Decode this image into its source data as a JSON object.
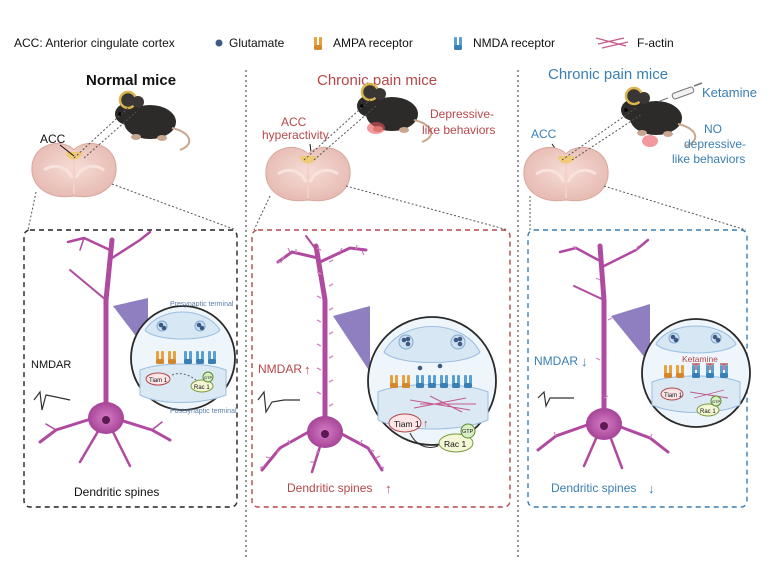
{
  "legend": {
    "acc": "ACC: Anterior cingulate cortex",
    "glutamate": "Glutamate",
    "ampa": "AMPA receptor",
    "nmda": "NMDA receptor",
    "factin": "F-actin"
  },
  "panels": [
    {
      "title": "Normal mice",
      "region_label": "ACC",
      "side_label": "NMDAR",
      "spines_label": "Dendritic spines",
      "presynaptic": "Presynaptic terminal",
      "postsynaptic": "Postsynaptic terminal",
      "tiam": "Tiam 1",
      "rac": "Rac 1",
      "gtp": "GTP"
    },
    {
      "title": "Chronic pain  mice",
      "region_label_1": "ACC",
      "region_label_2": "hyperactivity",
      "behavior_1": "Depressive-",
      "behavior_2": "like behaviors",
      "side_label": "NMDAR",
      "side_arrow": "↑",
      "spines_label": "Dendritic spines",
      "spines_arrow": "↑",
      "tiam": "Tiam 1",
      "tiam_arrow": "↑",
      "rac": "Rac 1",
      "gtp": "GTP"
    },
    {
      "title": "Chronic pain mice",
      "region_label": "ACC",
      "drug": "Ketamine",
      "behavior_1": "NO",
      "behavior_2": "depressive-",
      "behavior_3": "like behaviors",
      "side_label": "NMDAR",
      "side_arrow": "↓",
      "spines_label": "Dendritic spines",
      "spines_arrow": "↓",
      "inset_drug": "Ketamine",
      "tiam": "Tiam 1",
      "rac": "Rac 1",
      "gtp": "GTP"
    }
  ],
  "colors": {
    "normal": "#111111",
    "pain": "#b5474b",
    "ketamine": "#3a7fb4",
    "neuron": "#b04aa0",
    "neuron_light": "#cf86c3"
  }
}
